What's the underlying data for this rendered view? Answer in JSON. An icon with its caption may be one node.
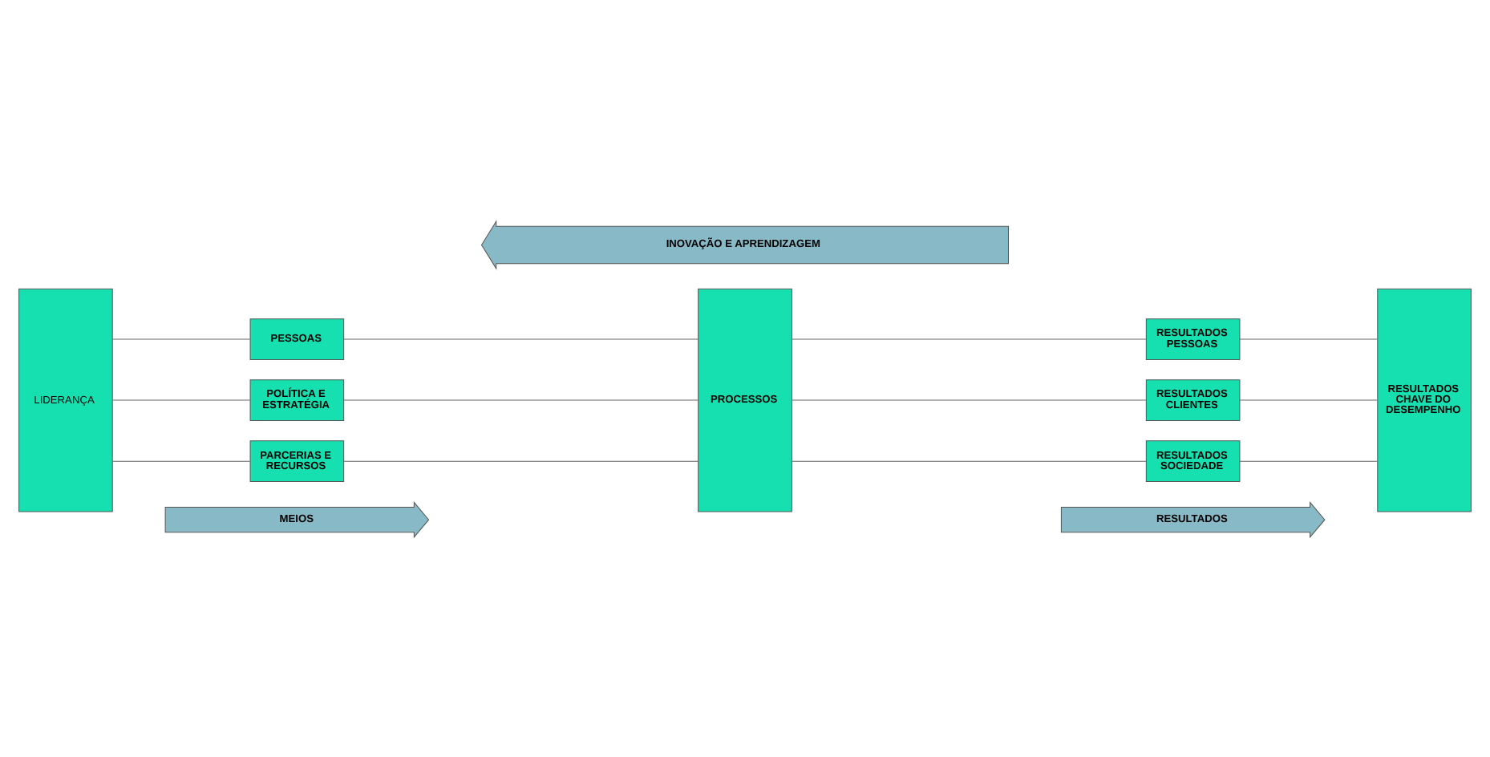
{
  "diagram": {
    "nodes": [
      {
        "text": [
          "MEIOS"
        ]
      },
      {
        "text": [
          "RESULTADOS"
        ]
      },
      {
        "text": [
          "LIDERANÇA"
        ]
      },
      {
        "text": [
          "PESSOAS"
        ]
      },
      {
        "text": [
          "POLÍTICA E ESTRATÉGIA"
        ]
      },
      {
        "text": [
          "PARCERIAS E RECURSOS"
        ]
      },
      {
        "text": [
          "PROCESSOS"
        ]
      },
      {
        "text": [
          "RESULTADOS PESSOAS"
        ]
      },
      {
        "text": [
          "RESULTADOS CLIENTES"
        ]
      },
      {
        "text": [
          "RESULTADOS SOCIEDADE"
        ]
      },
      {
        "text": [
          "RESULTADOS CHAVE DO DESEMPENHO"
        ]
      },
      {
        "text": [
          "INOVAÇÃO E APRENDIZAGEM"
        ]
      }
    ],
    "edges": [
      {
        "from": 2,
        "to": 3,
        "arrow": "none"
      },
      {
        "from": 2,
        "to": 4,
        "arrow": "none"
      },
      {
        "from": 2,
        "to": 5,
        "arrow": "none"
      },
      {
        "from": 3,
        "to": 6,
        "arrow": "none"
      },
      {
        "from": 4,
        "to": 6,
        "arrow": "none"
      },
      {
        "from": 5,
        "to": 6,
        "arrow": "none"
      },
      {
        "from": 6,
        "to": 7,
        "arrow": "none"
      },
      {
        "from": 6,
        "to": 8,
        "arrow": "none"
      },
      {
        "from": 6,
        "to": 9,
        "arrow": "none"
      },
      {
        "from": 7,
        "to": 10,
        "arrow": "none"
      },
      {
        "from": 8,
        "to": 10,
        "arrow": "none"
      },
      {
        "from": 9,
        "to": 10,
        "arrow": "none"
      }
    ]
  }
}
